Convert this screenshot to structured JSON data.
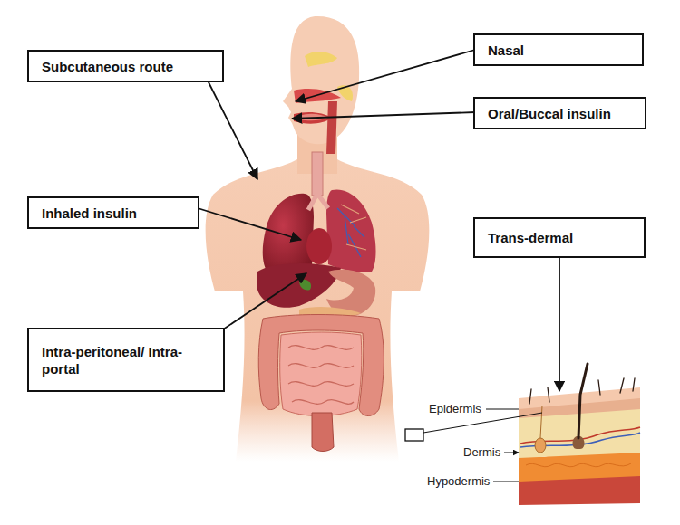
{
  "diagram": {
    "nodes": [
      {
        "text": [
          "Subcutaneous route"
        ]
      },
      {
        "text": [
          "Nasal"
        ]
      },
      {
        "text": [
          "Oral/Buccal insulin"
        ]
      },
      {
        "text": [
          "Inhaled insulin"
        ]
      },
      {
        "text": [
          "Trans-dermal"
        ]
      },
      {
        "text": [
          "Intra-peritoneal/ Intra-portal"
        ]
      }
    ],
    "labels": [
      "Epidermis",
      "Dermis",
      "Hypodermis"
    ]
  }
}
